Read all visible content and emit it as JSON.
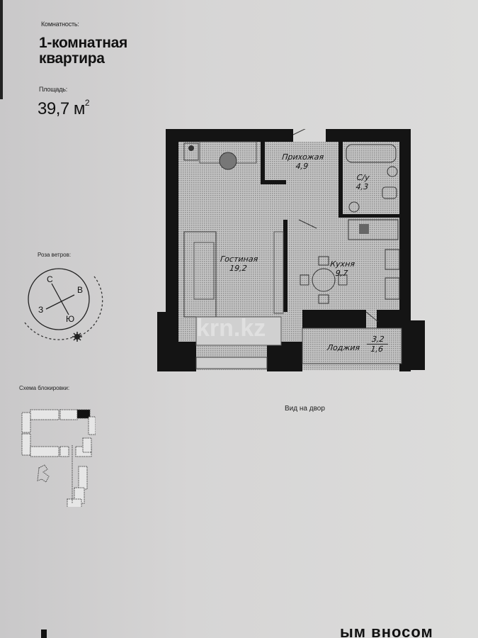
{
  "header": {
    "rooms_label": "Комнатность:",
    "title_line1": "1-комнатная",
    "title_line2": "квартира",
    "area_label": "Площадь:",
    "area_value": "39,7 м",
    "area_unit_sup": "2"
  },
  "plan": {
    "rooms": [
      {
        "name": "Прихожая",
        "area": "4,9"
      },
      {
        "name": "С/у",
        "area": "4,3"
      },
      {
        "name": "Гостиная",
        "area": "19,2"
      },
      {
        "name": "Кухня",
        "area": "9,7"
      },
      {
        "name": "Лоджия",
        "area_top": "3,2",
        "area_bottom": "1,6"
      }
    ],
    "watermark": "krn.kz",
    "colors": {
      "wall": "#141414",
      "floor": "#b9b9b9",
      "paper": "#d8d8d7"
    }
  },
  "wind_rose": {
    "title": "Роза ветров:",
    "directions": {
      "north": "С",
      "east": "В",
      "west": "З",
      "south": "Ю"
    },
    "sun_icon": "sun-icon"
  },
  "block_scheme": {
    "title": "Схема блокировки:"
  },
  "view_label": "Вид на двор",
  "footer": {
    "partial_text": "ым вносом"
  }
}
